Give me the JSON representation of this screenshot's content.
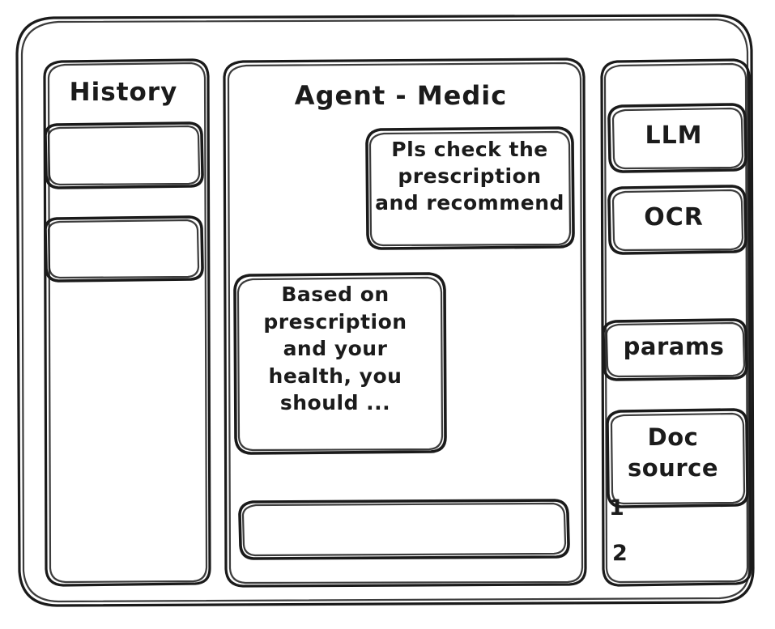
{
  "window": {
    "name": "agent-medic-wireframe"
  },
  "sidebar_left": {
    "title": "History",
    "items": [
      {
        "label": "",
        "name": "history-item-1"
      },
      {
        "label": "",
        "name": "history-item-2"
      }
    ]
  },
  "main": {
    "title": "Agent - Medic",
    "messages": [
      {
        "role": "user",
        "text": "Pls check the\nprescription\nand recommend"
      },
      {
        "role": "assistant",
        "text": "Based on\nprescription\nand your\nhealth, you\nshould ..."
      }
    ],
    "composer": {
      "value": "",
      "placeholder": ""
    }
  },
  "sidebar_right": {
    "tools": [
      {
        "label": "LLM",
        "name": "tool-llm"
      },
      {
        "label": "OCR",
        "name": "tool-ocr"
      }
    ],
    "params_label": "params",
    "doc_source_label": "Doc\nsource",
    "doc_source_items": [
      {
        "marker": "1"
      },
      {
        "marker": "2"
      }
    ]
  },
  "colors": {
    "ink": "#1a1a1a",
    "paper": "#ffffff"
  }
}
